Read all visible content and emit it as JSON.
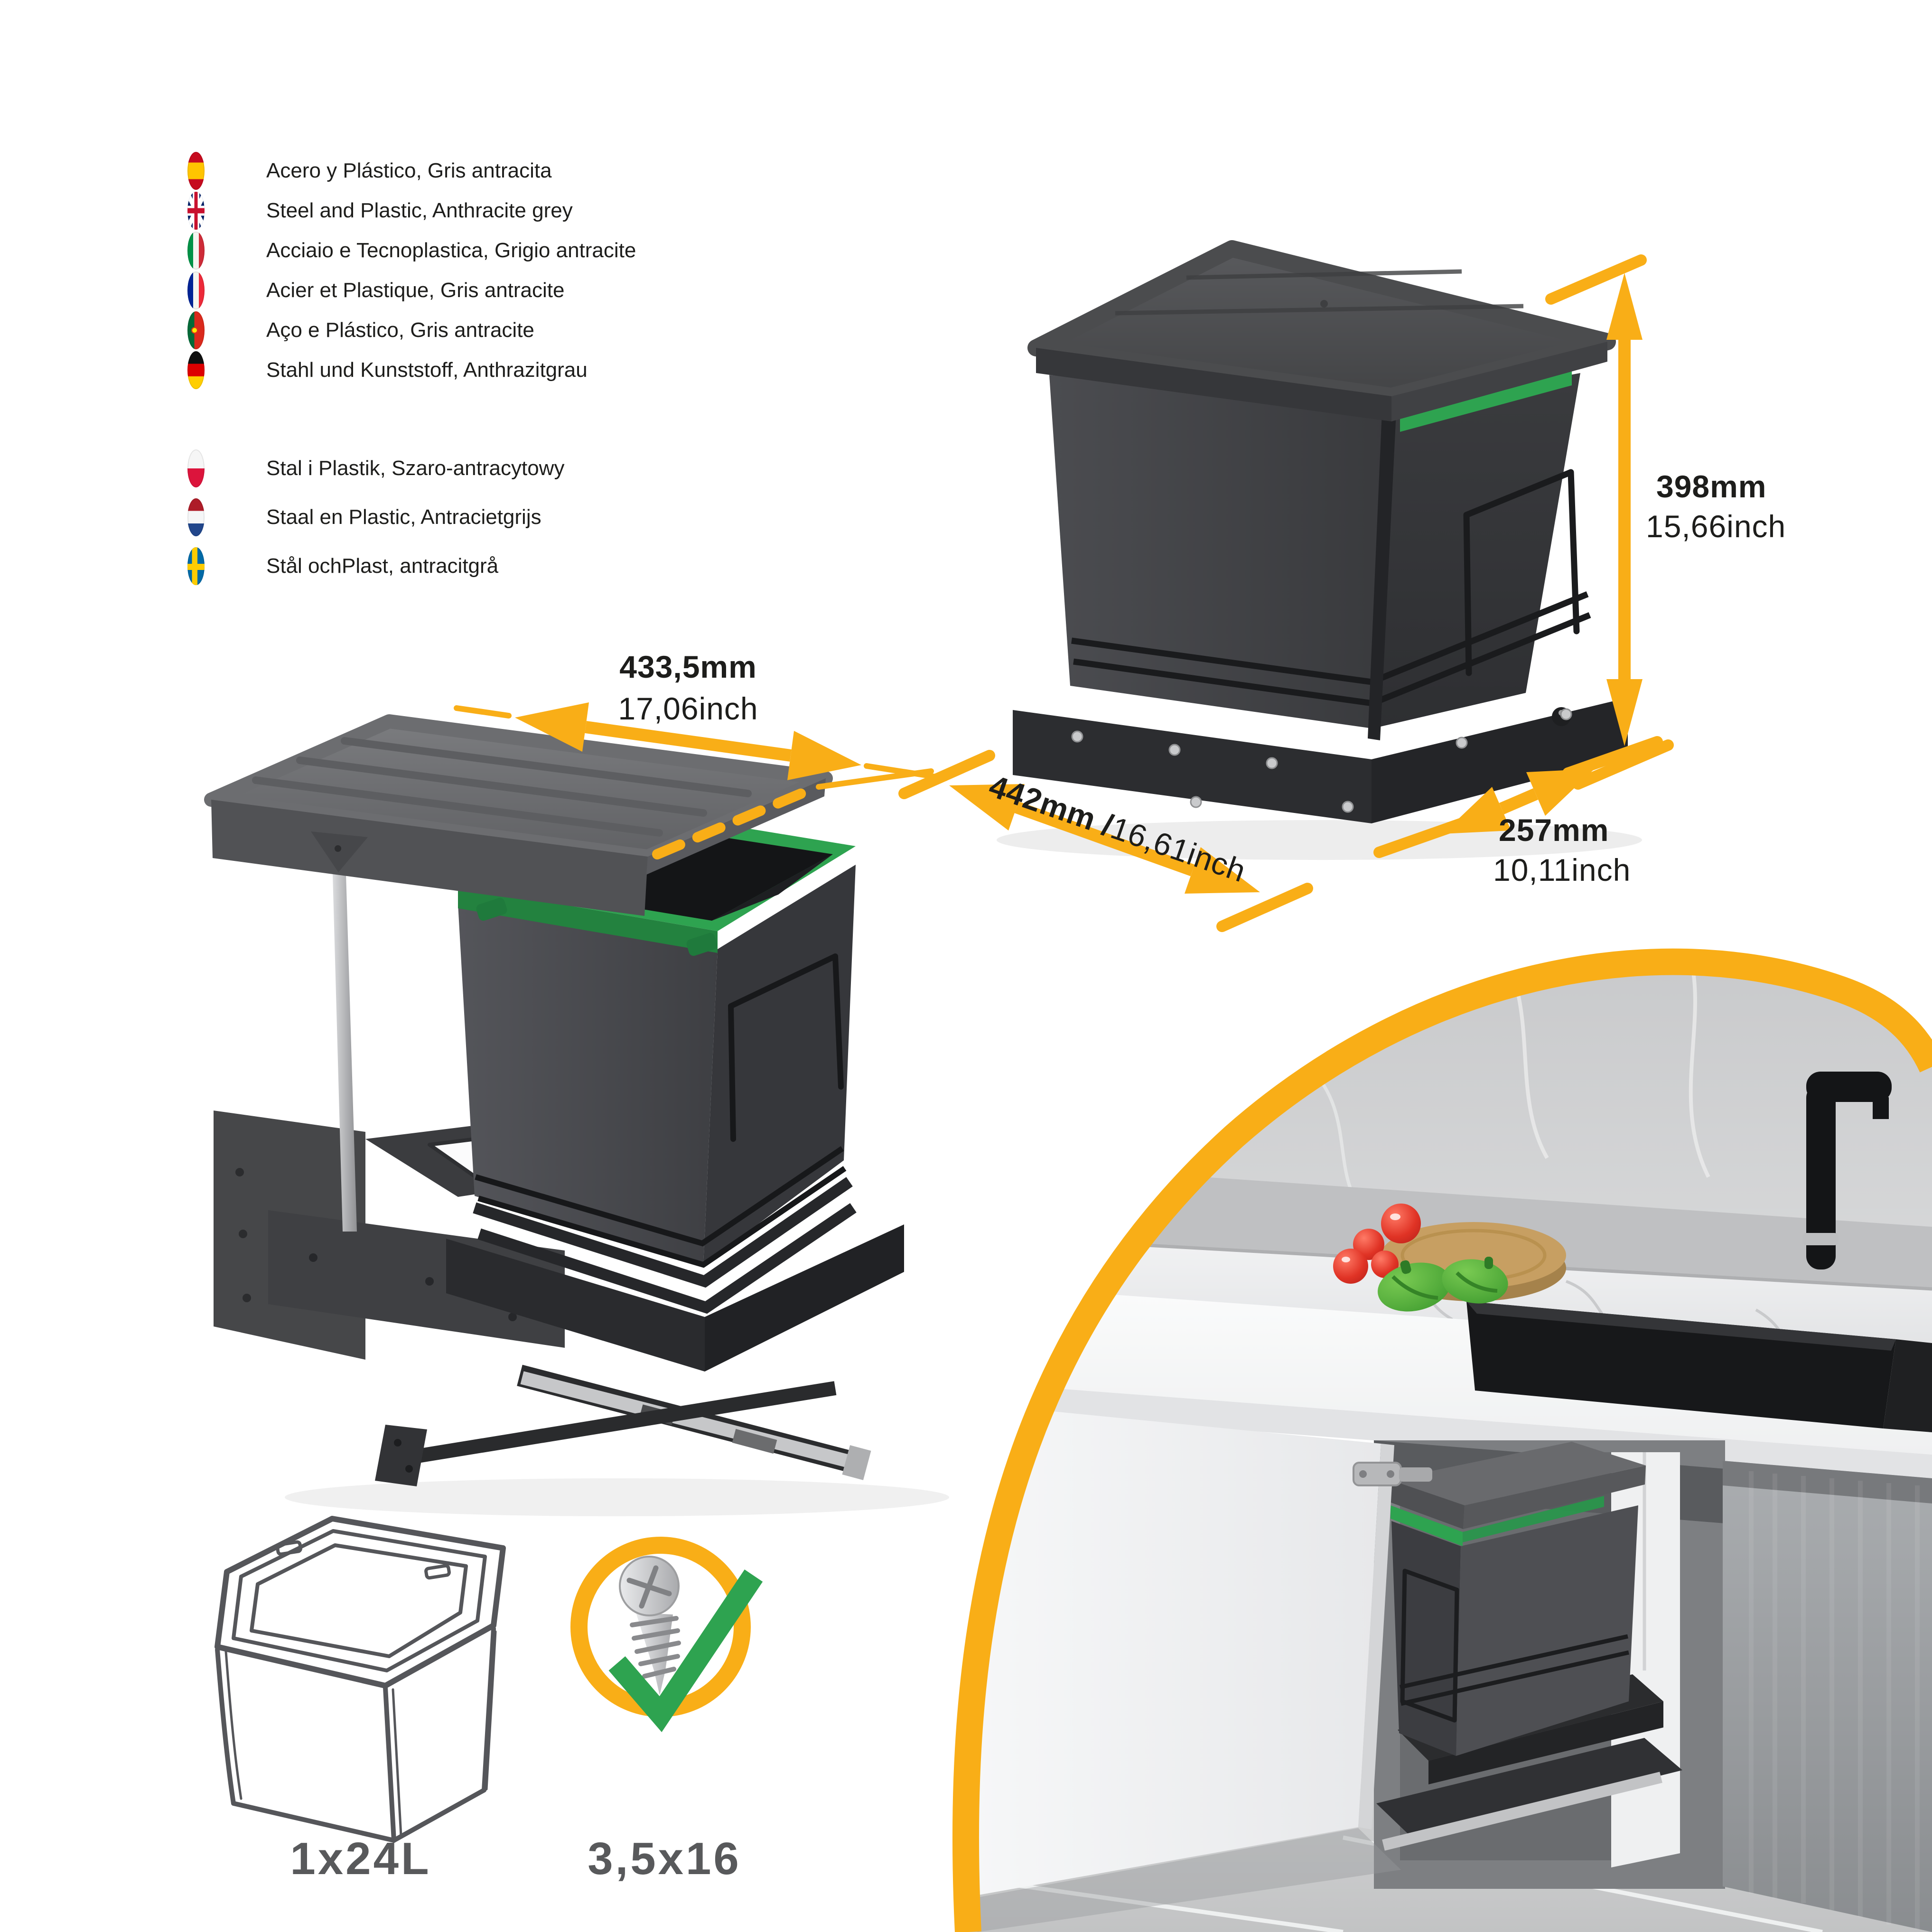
{
  "colors": {
    "accent_yellow": "#F9AE17",
    "accent_green": "#2EA350",
    "anthracite_grey": "#3E4043",
    "label_grey": "#58595B",
    "text_black": "#1D1D1B"
  },
  "materials": {
    "items": [
      {
        "flag": "spain-flag-icon",
        "label": "Acero y Plástico, Gris antracita"
      },
      {
        "flag": "uk-flag-icon",
        "label": "Steel and Plastic, Anthracite grey"
      },
      {
        "flag": "italy-flag-icon",
        "label": "Acciaio e Tecnoplastica, Grigio antracite"
      },
      {
        "flag": "france-flag-icon",
        "label": "Acier et Plastique, Gris antracite"
      },
      {
        "flag": "portugal-flag-icon",
        "label": "Aço e Plástico, Gris antracite"
      },
      {
        "flag": "germany-flag-icon",
        "label": "Stahl und Kunststoff, Anthrazitgrau"
      },
      {
        "flag": "poland-flag-icon",
        "label": "Stal i Plastik, Szaro-antracytowy"
      },
      {
        "flag": "netherlands-flag-icon",
        "label": "Staal en Plastic, Antracietgrijs"
      },
      {
        "flag": "sweden-flag-icon",
        "label": "Stål ochPlast, antracitgrå"
      }
    ]
  },
  "dimensions": {
    "height": {
      "metric": "398mm",
      "imperial": "15,66inch"
    },
    "depth": {
      "metric": "442mm /",
      "imperial": "16,61inch"
    },
    "width": {
      "metric": "257mm",
      "imperial": "10,11inch"
    },
    "lid": {
      "metric": "433,5mm",
      "imperial": "17,06inch"
    }
  },
  "capacity_label": "1x24L",
  "screw_size_label": "3,5x16",
  "icons": [
    "spain-flag-icon",
    "uk-flag-icon",
    "italy-flag-icon",
    "france-flag-icon",
    "portugal-flag-icon",
    "germany-flag-icon",
    "poland-flag-icon",
    "netherlands-flag-icon",
    "sweden-flag-icon",
    "dimension-arrow-icon",
    "screw-icon",
    "check-icon",
    "yellow-ring-icon"
  ]
}
